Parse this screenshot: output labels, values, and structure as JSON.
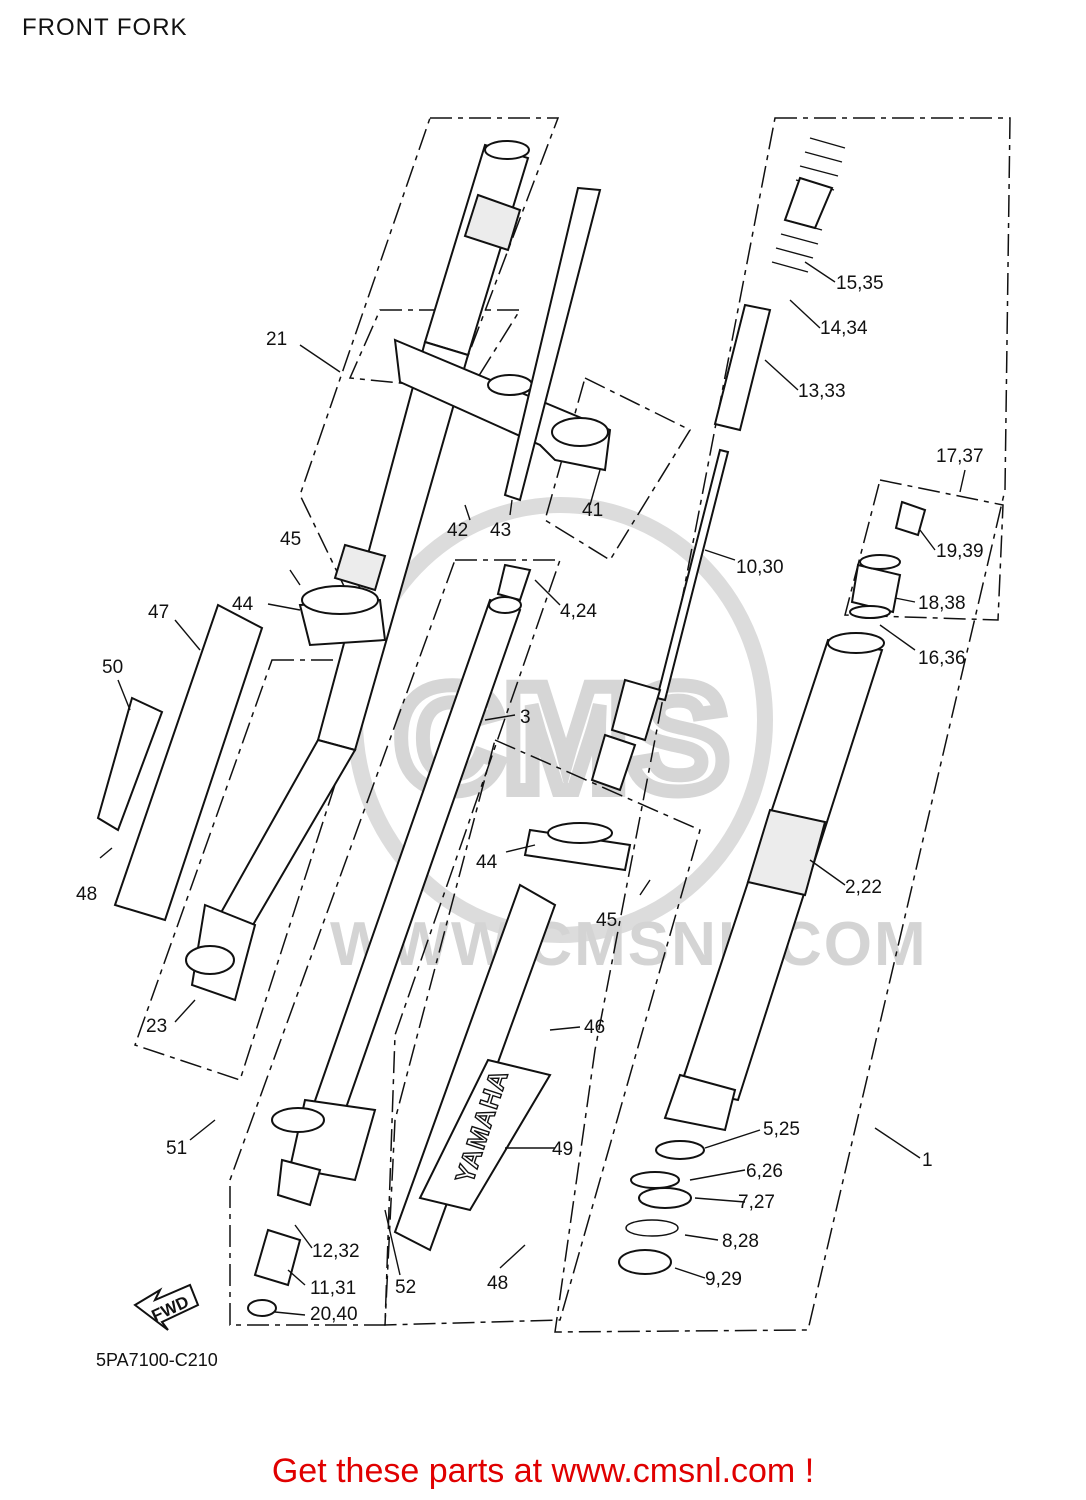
{
  "title": "FRONT FORK",
  "diagram_code": "5PA7100-C210",
  "footer": "Get these parts at www.cmsnl.com !",
  "watermark": {
    "monogram": "CMS",
    "url": "WWW.CMSNL.COM"
  },
  "markings": {
    "fwd": "FWD",
    "brand": "YAMAHA"
  },
  "callouts": {
    "c21": "21",
    "c45a": "45",
    "c44a": "44",
    "c47": "47",
    "c50": "50",
    "c48a": "48",
    "c23": "23",
    "c42": "42",
    "c43": "43",
    "c41": "41",
    "c4_24": "4,24",
    "c3": "3",
    "c44b": "44",
    "c45b": "45",
    "c46": "46",
    "c49": "49",
    "c51": "51",
    "c12_32": "12,32",
    "c11_31": "11,31",
    "c20_40": "20,40",
    "c52": "52",
    "c48b": "48",
    "c15_35": "15,35",
    "c14_34": "14,34",
    "c13_33": "13,33",
    "c17_37": "17,37",
    "c19_39": "19,39",
    "c10_30": "10,30",
    "c18_38": "18,38",
    "c16_36": "16,36",
    "c2_22": "2,22",
    "c5_25": "5,25",
    "c6_26": "6,26",
    "c7_27": "7,27",
    "c8_28": "8,28",
    "c9_29": "9,29",
    "c1": "1"
  },
  "colors": {
    "ink": "#111111",
    "footer": "#e00000",
    "watermark": "#d4d4d4"
  }
}
